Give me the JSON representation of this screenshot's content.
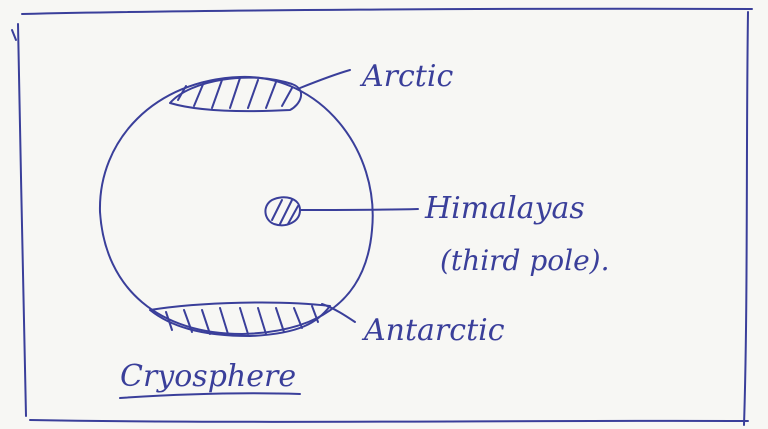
{
  "diagram": {
    "title": "Cryosphere",
    "labels": {
      "arctic": "Arctic",
      "himalayas_line1": "Himalayas",
      "himalayas_line2": "(third pole).",
      "antarctic": "Antarctic"
    },
    "ink_color": "#3a3f9a",
    "paper_color": "#f7f7f4"
  }
}
